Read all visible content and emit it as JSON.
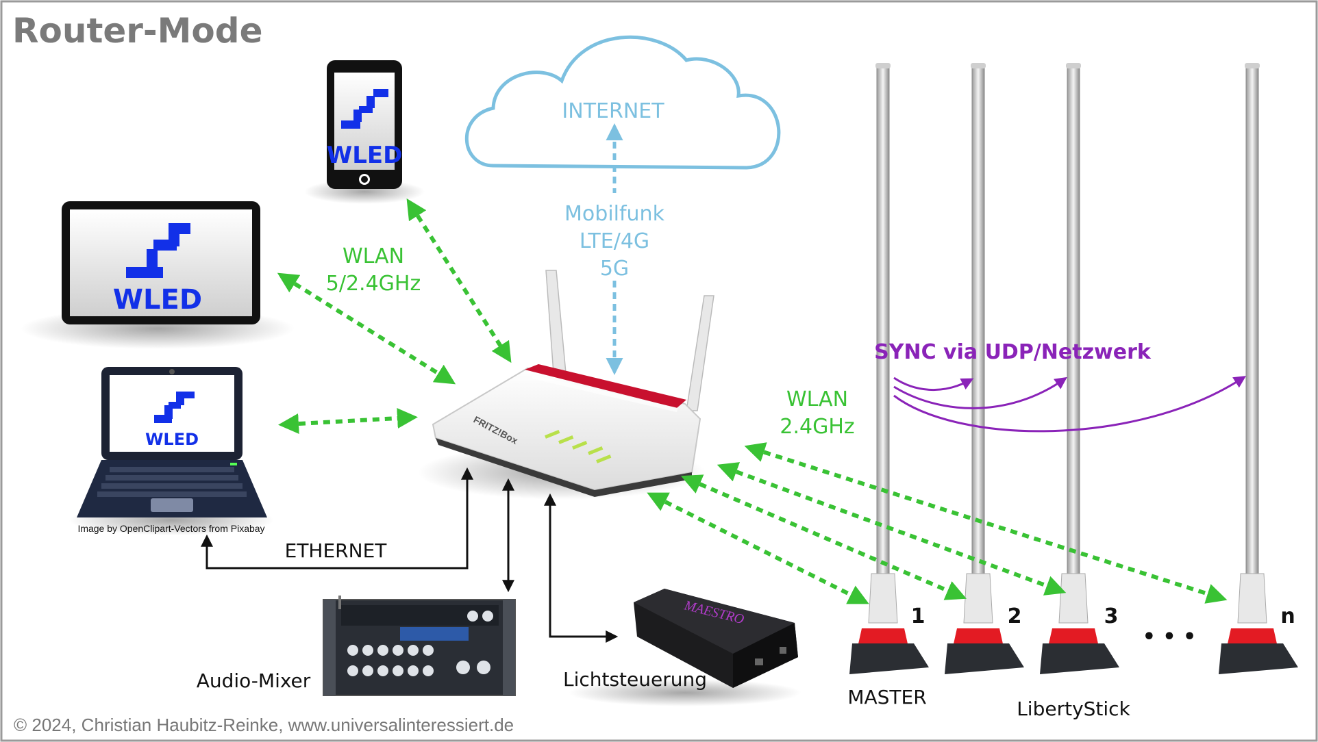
{
  "title": "Router-Mode",
  "cloud_label": "INTERNET",
  "mobile_label": [
    "Mobilfunk",
    "LTE/4G",
    "5G"
  ],
  "wlan_router": [
    "WLAN",
    "5/2.4GHz"
  ],
  "wlan_sticks": [
    "WLAN",
    "2.4GHz"
  ],
  "sync_label": "SYNC via UDP/Netzwerk",
  "wled_text": "WLED",
  "image_credit": "Image by OpenClipart-Vectors from Pixabay",
  "ethernet_label": "ETHERNET",
  "audio_mixer_label": "Audio-Mixer",
  "light_control_label": "Lichtsteuerung",
  "router_brand": "FRITZ!Box",
  "maestro_brand": "MAESTRO",
  "stick_numbers": [
    "1",
    "2",
    "3",
    "n"
  ],
  "ellipsis": "• • •",
  "master_label": "MASTER",
  "libertystick_label": "LibertyStick",
  "copyright": "© 2024, Christian Haubitz-Reinke, www.universalinteressiert.de",
  "colors": {
    "wlan": "#39c234",
    "cloud": "#7cc0e0",
    "sync": "#8a23b8",
    "wled": "#1230e8",
    "title": "#7a7a7a"
  }
}
